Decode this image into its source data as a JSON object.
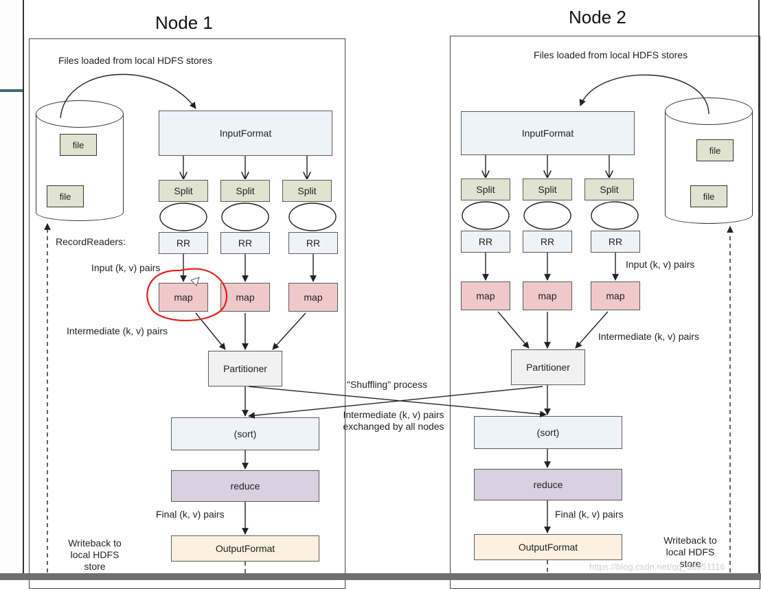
{
  "nodes": [
    {
      "title": "Node 1",
      "files_caption": "Files loaded from local HDFS stores",
      "file_labels": [
        "file",
        "file"
      ],
      "input_format": "InputFormat",
      "splits": [
        "Split",
        "Split",
        "Split"
      ],
      "record_readers_label": "RecordReaders:",
      "rrs": [
        "RR",
        "RR",
        "RR"
      ],
      "input_pairs_label": "Input (k, v) pairs",
      "maps": [
        "map",
        "map",
        "map"
      ],
      "intermediate_label": "Intermediate (k, v) pairs",
      "partitioner": "Partitioner",
      "sort": "(sort)",
      "reduce": "reduce",
      "final_label": "Final (k, v) pairs",
      "output_format": "OutputFormat",
      "writeback_label": "Writeback to local HDFS store"
    },
    {
      "title": "Node 2",
      "files_caption": "Files loaded from local HDFS stores",
      "file_labels": [
        "file",
        "file"
      ],
      "input_format": "InputFormat",
      "splits": [
        "Split",
        "Split",
        "Split"
      ],
      "rrs": [
        "RR",
        "RR",
        "RR"
      ],
      "input_pairs_label": "Input (k, v) pairs",
      "maps": [
        "map",
        "map",
        "map"
      ],
      "intermediate_label": "Intermediate (k, v) pairs",
      "partitioner": "Partitioner",
      "sort": "(sort)",
      "reduce": "reduce",
      "final_label": "Final (k, v) pairs",
      "output_format": "OutputFormat",
      "writeback_label": "Writeback to local HDFS store"
    }
  ],
  "shuffle": {
    "label": "\"Shuffling\" process",
    "exchange_label": "Intermediate (k, v) pairs exchanged by all nodes"
  },
  "watermark": "https://blog.csdn.net/qq_36951116",
  "colors": {
    "input_format": "#eef2f9",
    "split": "#dfe3cf",
    "map": "#efc9c9",
    "reduce": "#d9d0e0",
    "output_format": "#fcf0e0",
    "highlight": "#e0201a"
  }
}
